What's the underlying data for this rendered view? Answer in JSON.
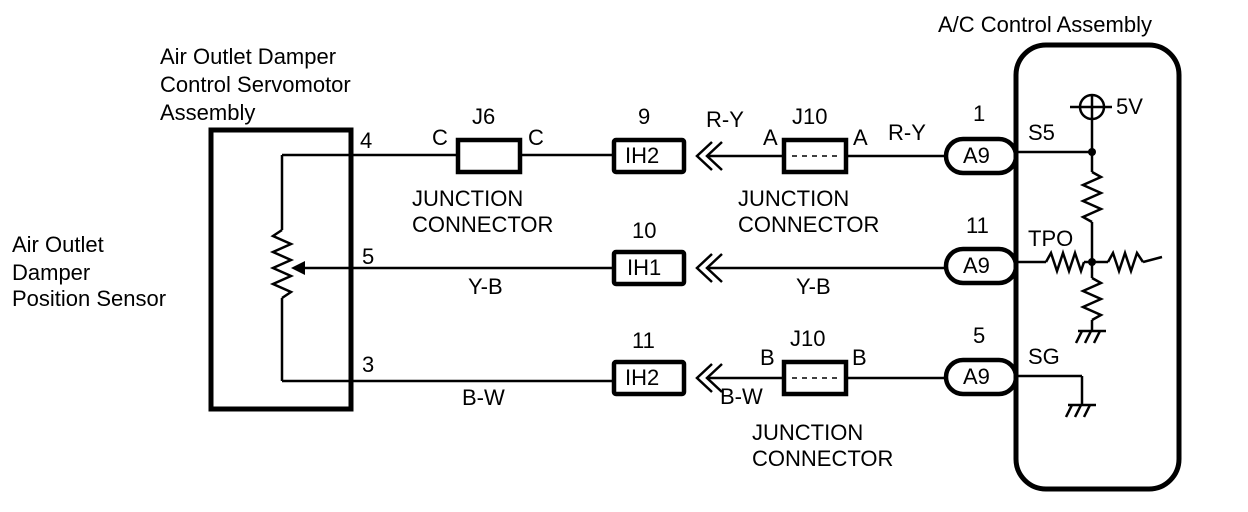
{
  "components": {
    "servomotor_label": [
      "Air Outlet Damper",
      "Control Servomotor",
      "Assembly"
    ],
    "sensor_label": [
      "Air Outlet",
      "Damper",
      "Position Sensor"
    ],
    "ac_label": "A/C Control Assembly",
    "supply": "5V"
  },
  "pins": {
    "servo": [
      "4",
      "5",
      "3"
    ],
    "ac_pin_numbers": [
      "1",
      "11",
      "5"
    ],
    "ac_connector": "A9",
    "ac_terminals": [
      "S5",
      "TPO",
      "SG"
    ]
  },
  "junctions": {
    "j6": {
      "id": "J6",
      "left": "C",
      "right": "C",
      "caption": [
        "JUNCTION",
        "CONNECTOR"
      ]
    },
    "j10_top": {
      "id": "J10",
      "left": "A",
      "right": "A",
      "caption": [
        "JUNCTION",
        "CONNECTOR"
      ]
    },
    "j10_bottom": {
      "id": "J10",
      "left": "B",
      "right": "B",
      "caption": [
        "JUNCTION",
        "CONNECTOR"
      ]
    }
  },
  "inline_connectors": [
    {
      "pin": "9",
      "id": "IH2"
    },
    {
      "pin": "10",
      "id": "IH1"
    },
    {
      "pin": "11",
      "id": "IH2"
    }
  ],
  "wire_colors": {
    "top_mid": "R-Y",
    "top_right": "R-Y",
    "middle_left": "Y-B",
    "middle_right": "Y-B",
    "bottom_left": "B-W",
    "bottom_mid": "B-W"
  }
}
